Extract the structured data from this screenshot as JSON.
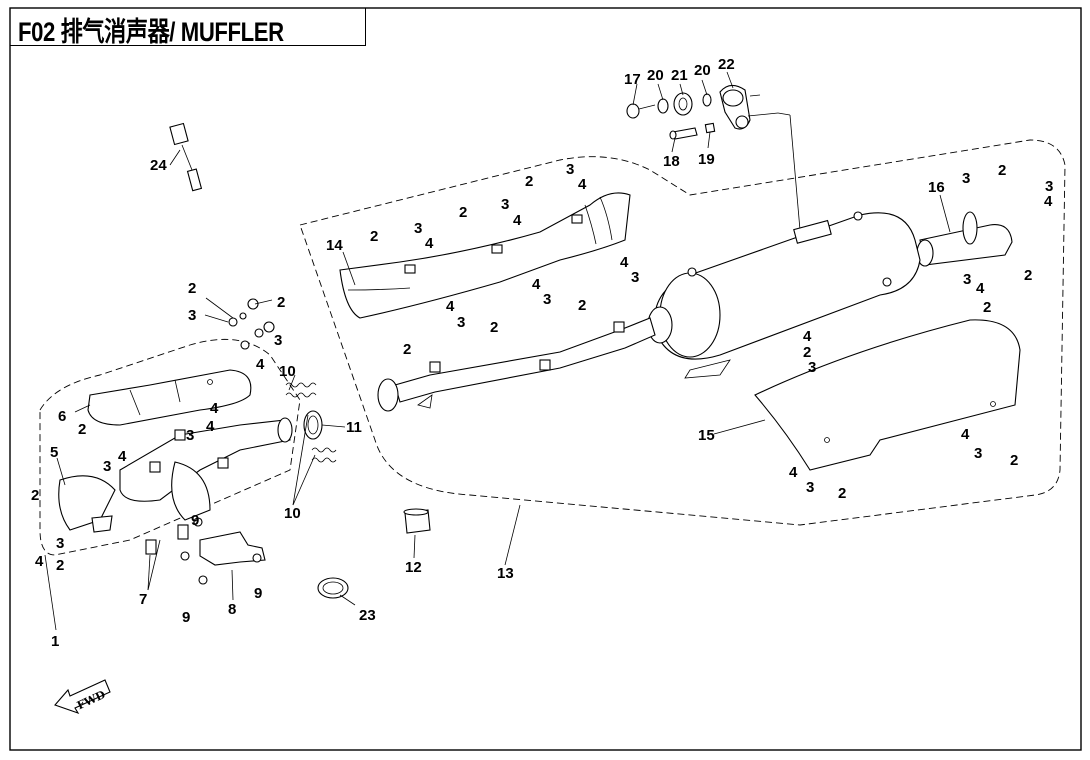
{
  "title": "F02 排气消声器/ MUFFLER",
  "fwd_label": "FWD",
  "callouts": [
    {
      "id": "c24",
      "text": "24"
    },
    {
      "id": "c17",
      "text": "17"
    },
    {
      "id": "c20a",
      "text": "20"
    },
    {
      "id": "c21",
      "text": "21"
    },
    {
      "id": "c20b",
      "text": "20"
    },
    {
      "id": "c22",
      "text": "22"
    },
    {
      "id": "c18",
      "text": "18"
    },
    {
      "id": "c19",
      "text": "19"
    },
    {
      "id": "c16",
      "text": "16"
    },
    {
      "id": "c14",
      "text": "14"
    },
    {
      "id": "c15",
      "text": "15"
    },
    {
      "id": "c13",
      "text": "13"
    },
    {
      "id": "c12",
      "text": "12"
    },
    {
      "id": "c11",
      "text": "11"
    },
    {
      "id": "c10a",
      "text": "10"
    },
    {
      "id": "c10b",
      "text": "10"
    },
    {
      "id": "c9a",
      "text": "9"
    },
    {
      "id": "c9b",
      "text": "9"
    },
    {
      "id": "c9c",
      "text": "9"
    },
    {
      "id": "c8",
      "text": "8"
    },
    {
      "id": "c7",
      "text": "7"
    },
    {
      "id": "c6",
      "text": "6"
    },
    {
      "id": "c5",
      "text": "5"
    },
    {
      "id": "c1",
      "text": "1"
    },
    {
      "id": "c23",
      "text": "23"
    },
    {
      "id": "n2a",
      "text": "2"
    },
    {
      "id": "n3a",
      "text": "3"
    },
    {
      "id": "n4a",
      "text": "4"
    },
    {
      "id": "n2b",
      "text": "2"
    },
    {
      "id": "n3b",
      "text": "3"
    },
    {
      "id": "n4b",
      "text": "4"
    },
    {
      "id": "n2c",
      "text": "2"
    },
    {
      "id": "n3c",
      "text": "3"
    },
    {
      "id": "n4c",
      "text": "4"
    },
    {
      "id": "n4d",
      "text": "4"
    },
    {
      "id": "n3d",
      "text": "3"
    },
    {
      "id": "n4e",
      "text": "4"
    },
    {
      "id": "n3e",
      "text": "3"
    },
    {
      "id": "n2d",
      "text": "2"
    },
    {
      "id": "n4f",
      "text": "4"
    },
    {
      "id": "n3f",
      "text": "3"
    },
    {
      "id": "n2e",
      "text": "2"
    },
    {
      "id": "n2f",
      "text": "2"
    },
    {
      "id": "n2g",
      "text": "2"
    },
    {
      "id": "n3g",
      "text": "3"
    },
    {
      "id": "n4g",
      "text": "4"
    },
    {
      "id": "n2h",
      "text": "2"
    },
    {
      "id": "n3h",
      "text": "3"
    },
    {
      "id": "n4h",
      "text": "4"
    },
    {
      "id": "n4i",
      "text": "4"
    },
    {
      "id": "n3i",
      "text": "3"
    },
    {
      "id": "n2i",
      "text": "2"
    },
    {
      "id": "n4j",
      "text": "4"
    },
    {
      "id": "n3j",
      "text": "3"
    },
    {
      "id": "n2j",
      "text": "2"
    },
    {
      "id": "n3k",
      "text": "3"
    },
    {
      "id": "n4k",
      "text": "4"
    },
    {
      "id": "n2k",
      "text": "2"
    },
    {
      "id": "n2l",
      "text": "2"
    },
    {
      "id": "n3l",
      "text": "3"
    },
    {
      "id": "n3m",
      "text": "3"
    },
    {
      "id": "n2m",
      "text": "2"
    },
    {
      "id": "n4m",
      "text": "4"
    },
    {
      "id": "n4n",
      "text": "4"
    },
    {
      "id": "n3n",
      "text": "3"
    },
    {
      "id": "n2n",
      "text": "2"
    },
    {
      "id": "n4o",
      "text": "4"
    },
    {
      "id": "n2o",
      "text": "2"
    },
    {
      "id": "n3o",
      "text": "3"
    },
    {
      "id": "n4p",
      "text": "4"
    },
    {
      "id": "n3p",
      "text": "3"
    },
    {
      "id": "n2p",
      "text": "2"
    },
    {
      "id": "n4q",
      "text": "4"
    },
    {
      "id": "n3q",
      "text": "3"
    },
    {
      "id": "n2q",
      "text": "2"
    },
    {
      "id": "n4r",
      "text": "4"
    },
    {
      "id": "n3r",
      "text": "3"
    },
    {
      "id": "n2r",
      "text": "2"
    }
  ]
}
